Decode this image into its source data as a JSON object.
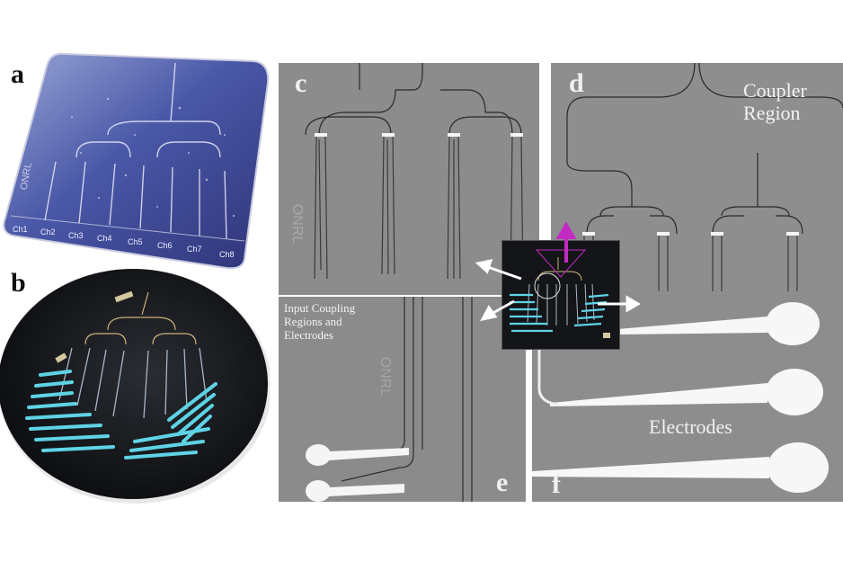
{
  "panels": {
    "a": {
      "letter": "a",
      "channels": [
        "Ch1",
        "Ch2",
        "Ch3",
        "Ch4",
        "Ch5",
        "Ch6",
        "Ch7",
        "Ch8"
      ],
      "chip_mark": "ONRL"
    },
    "b": {
      "letter": "b"
    },
    "c": {
      "letter": "c",
      "chip_mark": "ONRL"
    },
    "d": {
      "letter": "d",
      "label_line1": "Coupler",
      "label_line2": "Region"
    },
    "e": {
      "letter": "e",
      "label_line1": "Input Coupling",
      "label_line2": "Regions and",
      "label_line3": "Electrodes",
      "chip_mark": "ONRL"
    },
    "f": {
      "letter": "f",
      "label": "Electrodes"
    }
  },
  "colors": {
    "sem_gray": "#8f8f8f",
    "chip_blue": "#4a58a8",
    "waveguide_cyan": "#5fd3e6",
    "arrow_magenta": "#c22bc2",
    "arrow_white": "#ffffff"
  }
}
